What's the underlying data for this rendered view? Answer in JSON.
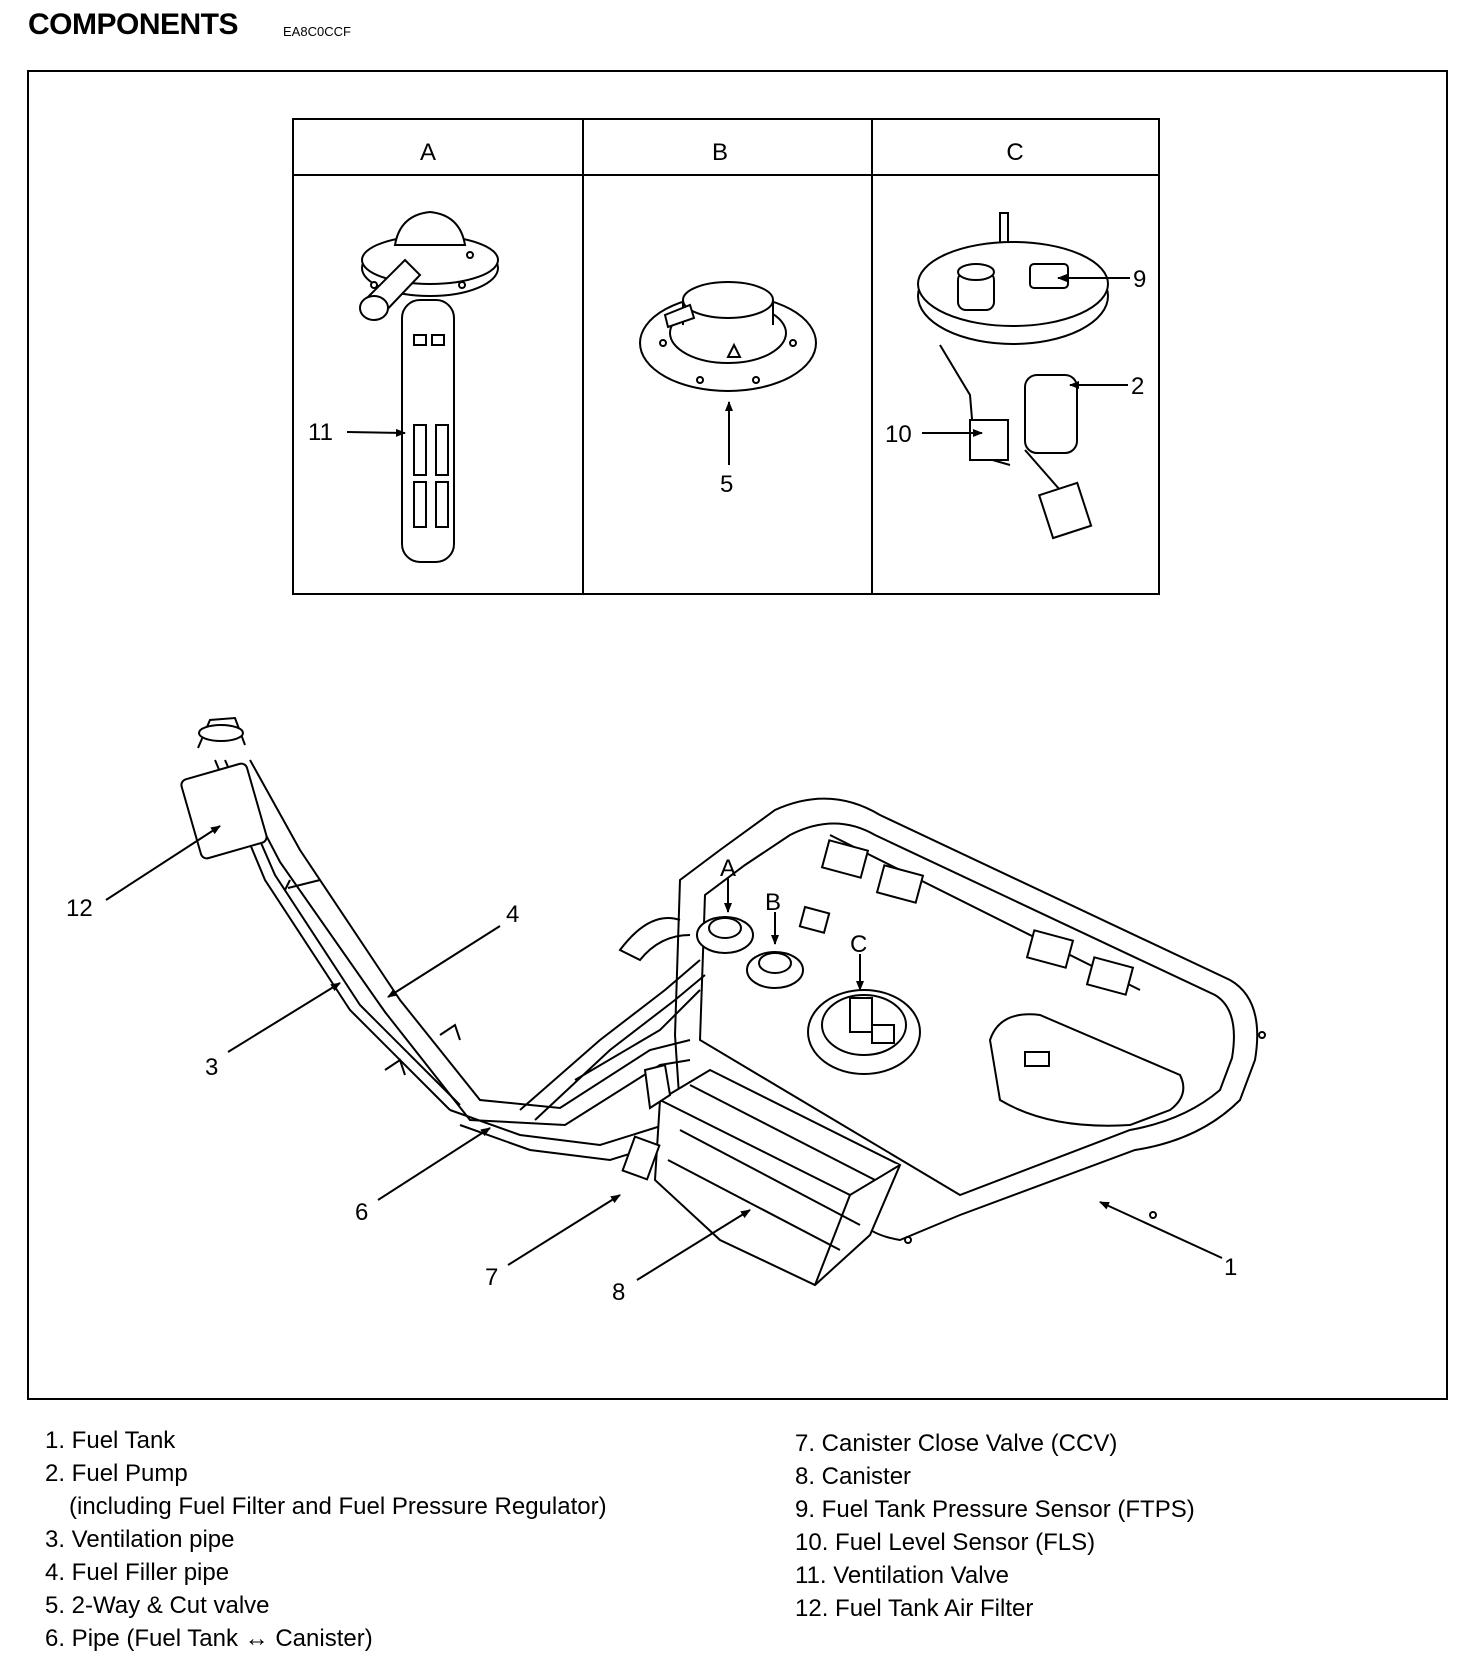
{
  "header": {
    "title": "COMPONENTS",
    "code": "EA8C0CCF"
  },
  "detail_panels": [
    {
      "letter": "A"
    },
    {
      "letter": "B"
    },
    {
      "letter": "C"
    }
  ],
  "callouts": {
    "n1": "1",
    "n2": "2",
    "n3": "3",
    "n4": "4",
    "n5": "5",
    "n6": "6",
    "n7": "7",
    "n8": "8",
    "n9": "9",
    "n10": "10",
    "n11": "11",
    "n12": "12",
    "loc_a": "A",
    "loc_b": "B",
    "loc_c": "C"
  },
  "legend": {
    "left": [
      "1. Fuel Tank",
      "2. Fuel Pump",
      "(including Fuel Filter and Fuel Pressure Regulator)",
      "3. Ventilation pipe",
      "4. Fuel Filler pipe",
      "5. 2-Way & Cut valve",
      "6. Pipe (Fuel Tank ↔ Canister)"
    ],
    "right": [
      "7. Canister Close Valve (CCV)",
      "8. Canister",
      "9. Fuel Tank Pressure Sensor (FTPS)",
      "10. Fuel Level Sensor (FLS)",
      "11. Ventilation Valve",
      "12. Fuel Tank Air Filter"
    ]
  }
}
